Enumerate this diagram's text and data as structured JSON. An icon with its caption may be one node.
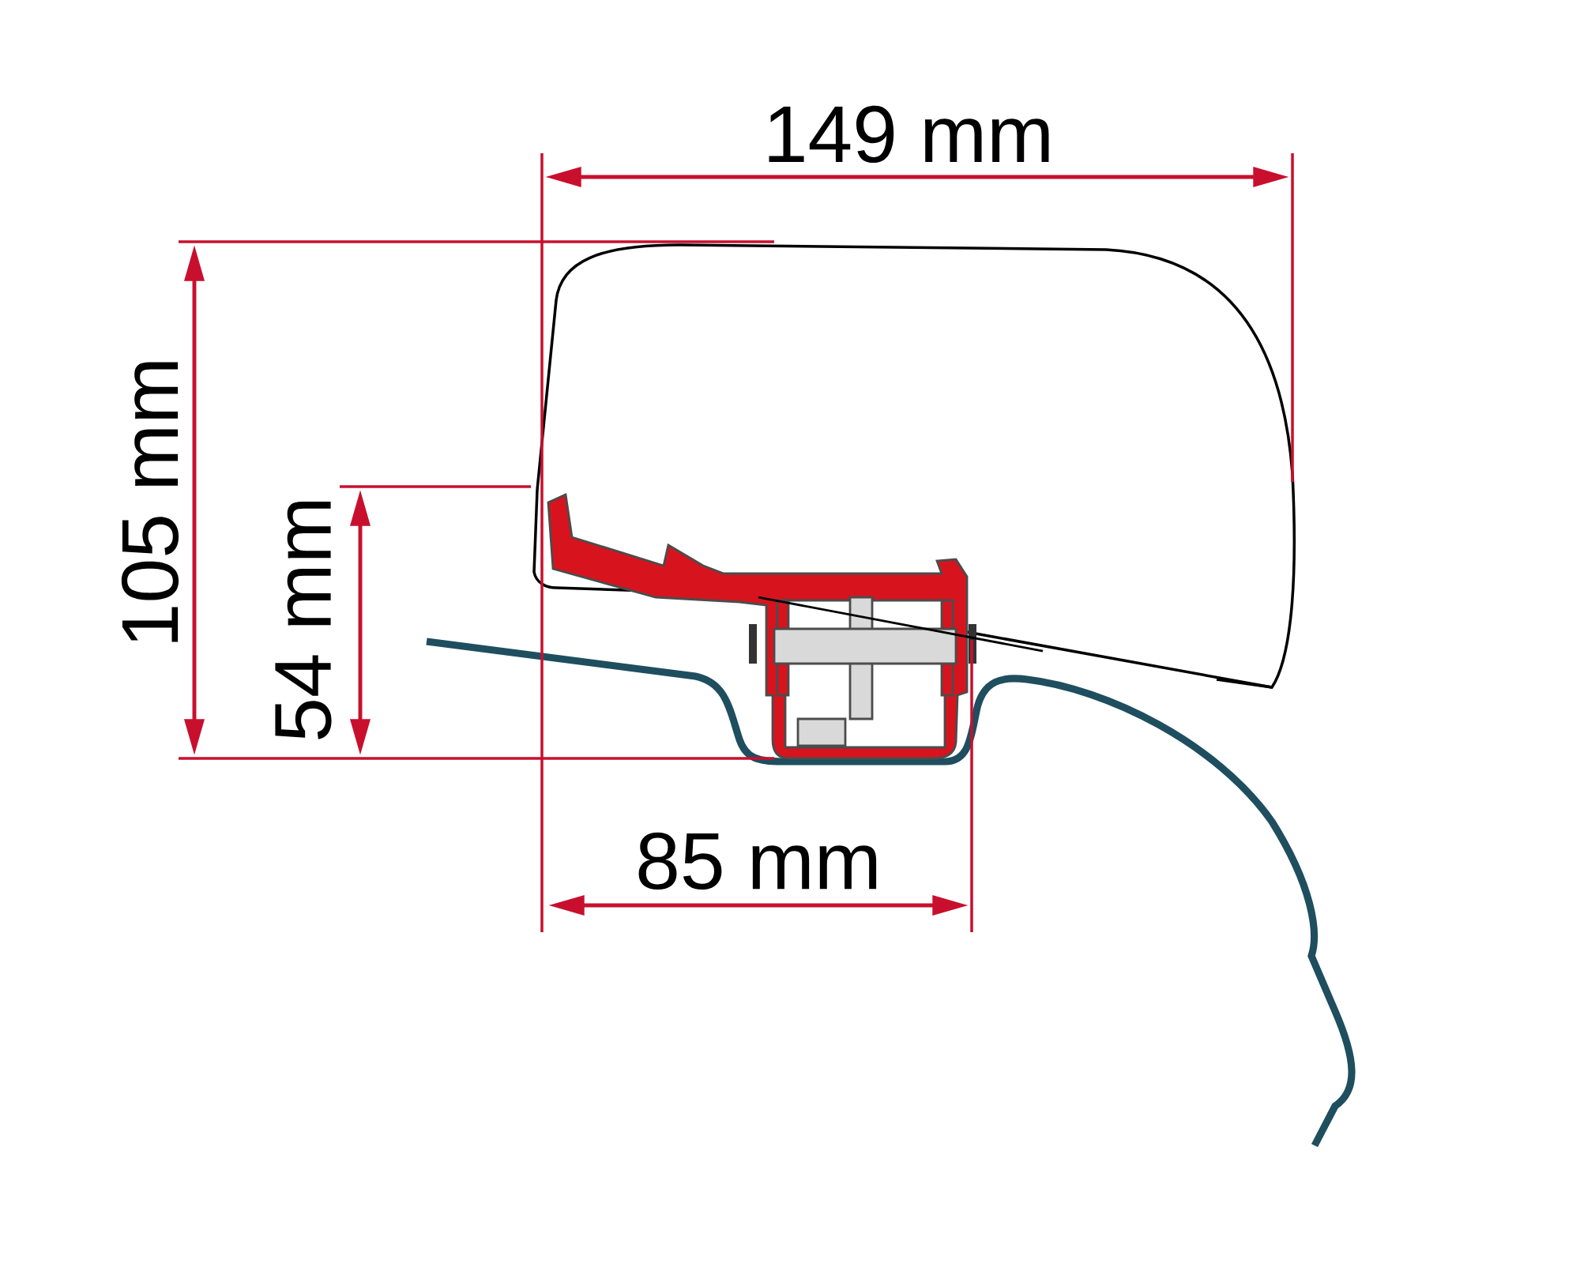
{
  "diagram": {
    "labels": [
      "149 mm",
      "105 mm",
      "54 mm",
      "85 mm"
    ]
  }
}
